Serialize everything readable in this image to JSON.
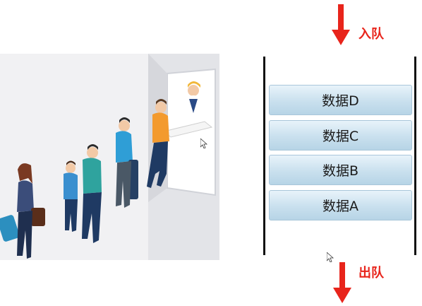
{
  "queue_diagram": {
    "enqueue_label": "入队",
    "dequeue_label": "出队",
    "blocks": [
      "数据D",
      "数据C",
      "数据B",
      "数据A"
    ]
  },
  "colors": {
    "arrow": "#e8241b",
    "block_fill": "#c9e0ee",
    "rail": "#111111"
  },
  "icons": [
    "down-arrow-icon",
    "mouse-cursor-icon"
  ]
}
